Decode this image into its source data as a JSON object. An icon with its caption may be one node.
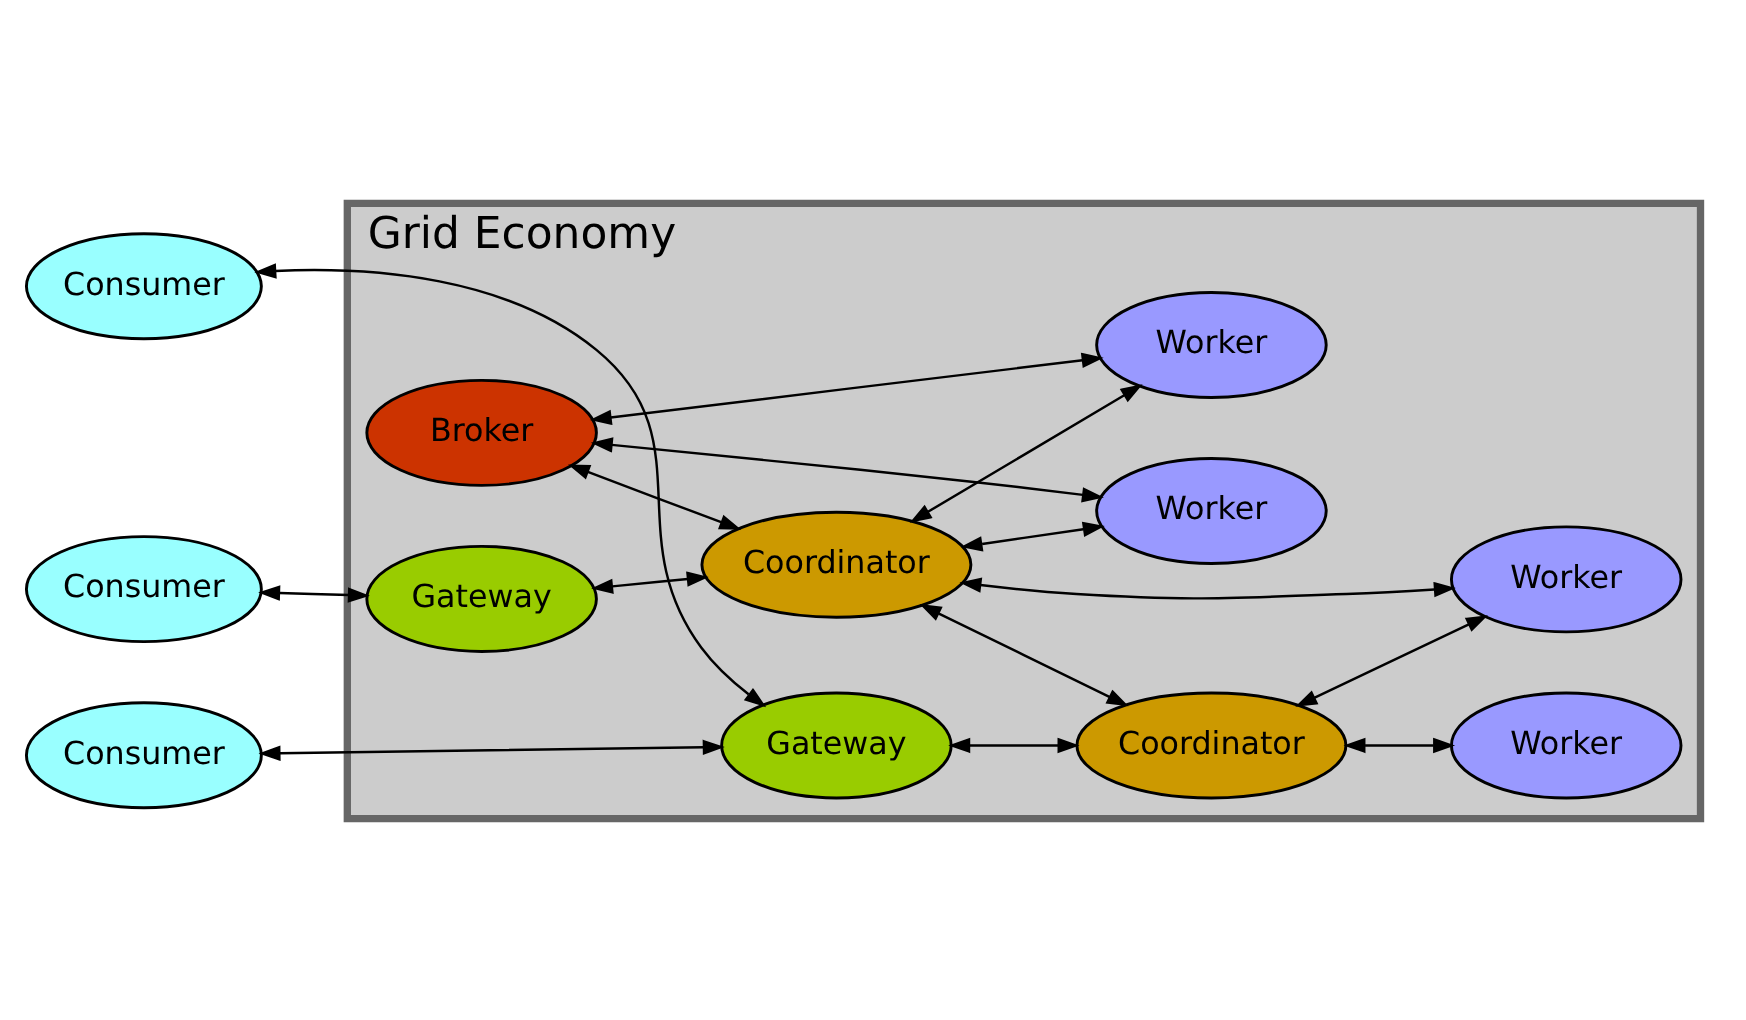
{
  "diagram": {
    "nodes": [
      {
        "text": [
          "Grid Economy"
        ]
      },
      {
        "text": [
          "Consumer"
        ]
      },
      {
        "text": [
          "Consumer"
        ]
      },
      {
        "text": [
          "Consumer"
        ]
      },
      {
        "text": [
          "Broker"
        ],
        "in": 0
      },
      {
        "text": [
          "Worker"
        ],
        "in": 0
      },
      {
        "text": [
          "Worker"
        ],
        "in": 0
      },
      {
        "text": [
          "Gateway"
        ],
        "in": 0
      },
      {
        "text": [
          "Coordinator"
        ],
        "in": 0
      },
      {
        "text": [
          "Worker"
        ],
        "in": 0
      },
      {
        "text": [
          "Gateway"
        ],
        "in": 0
      },
      {
        "text": [
          "Coordinator"
        ],
        "in": 0
      },
      {
        "text": [
          "Worker"
        ],
        "in": 0
      }
    ],
    "edges": [
      {
        "from": 1,
        "to": 7,
        "arrow": "both"
      },
      {
        "from": 7,
        "to": 8,
        "arrow": "both"
      },
      {
        "from": 4,
        "to": 8,
        "arrow": "both"
      },
      {
        "from": 4,
        "to": 5,
        "arrow": "both"
      },
      {
        "from": 4,
        "to": 6,
        "arrow": "both"
      },
      {
        "from": 8,
        "to": 5,
        "arrow": "both"
      },
      {
        "from": 8,
        "to": 6,
        "arrow": "both"
      },
      {
        "from": 8,
        "to": 9,
        "arrow": "both"
      },
      {
        "from": 8,
        "to": 11,
        "arrow": "both"
      },
      {
        "from": 2,
        "to": 10,
        "arrow": "both"
      },
      {
        "from": 3,
        "to": 10,
        "arrow": "both"
      },
      {
        "from": 10,
        "to": 11,
        "arrow": "both"
      },
      {
        "from": 11,
        "to": 9,
        "arrow": "both"
      },
      {
        "from": 11,
        "to": 12,
        "arrow": "both"
      }
    ]
  }
}
